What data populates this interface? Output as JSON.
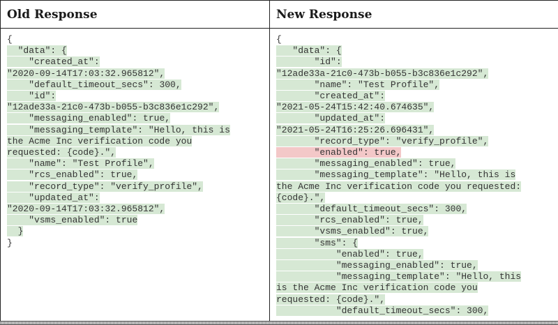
{
  "headers": {
    "old": "Old Response",
    "new": "New Response"
  },
  "colors": {
    "added_highlight": "#d6e8d4",
    "changed_highlight": "#f3c8c8",
    "border": "#222222"
  },
  "old_response": {
    "lines": [
      {
        "text": "{",
        "style": "plain"
      },
      {
        "text": "  \"data\": {",
        "style": "added"
      },
      {
        "text": "    \"created_at\":",
        "style": "added"
      },
      {
        "text": "\"2020-09-14T17:03:32.965812\",",
        "style": "added"
      },
      {
        "text": "    \"default_timeout_secs\": 300,",
        "style": "added"
      },
      {
        "text": "    \"id\":",
        "style": "added"
      },
      {
        "text": "\"12ade33a-21c0-473b-b055-b3c836e1c292\",",
        "style": "added"
      },
      {
        "text": "    \"messaging_enabled\": true,",
        "style": "added"
      },
      {
        "text": "    \"messaging_template\": \"Hello, this is",
        "style": "added"
      },
      {
        "text": "the Acme Inc verification code you",
        "style": "added"
      },
      {
        "text": "requested: {code}.\",",
        "style": "added"
      },
      {
        "text": "    \"name\": \"Test Profile\",",
        "style": "added"
      },
      {
        "text": "    \"rcs_enabled\": true,",
        "style": "added"
      },
      {
        "text": "    \"record_type\": \"verify_profile\",",
        "style": "added"
      },
      {
        "text": "    \"updated_at\":",
        "style": "added"
      },
      {
        "text": "\"2020-09-14T17:03:32.965812\",",
        "style": "added"
      },
      {
        "text": "    \"vsms_enabled\": true",
        "style": "added"
      },
      {
        "text": "  }",
        "style": "added"
      },
      {
        "text": "}",
        "style": "plain"
      }
    ]
  },
  "new_response": {
    "lines": [
      {
        "text": "{",
        "style": "plain"
      },
      {
        "text": "   \"data\": {",
        "style": "added"
      },
      {
        "text": "       \"id\":",
        "style": "added"
      },
      {
        "text": "\"12ade33a-21c0-473b-b055-b3c836e1c292\",",
        "style": "added"
      },
      {
        "text": "       \"name\": \"Test Profile\",",
        "style": "added"
      },
      {
        "text": "       \"created_at\":",
        "style": "added"
      },
      {
        "text": "\"2021-05-24T15:42:40.674635\",",
        "style": "added"
      },
      {
        "text": "       \"updated_at\":",
        "style": "added"
      },
      {
        "text": "\"2021-05-24T16:25:26.696431\",",
        "style": "added"
      },
      {
        "text": "       \"record_type\": \"verify_profile\",",
        "style": "added"
      },
      {
        "text": "       \"enabled\": true,",
        "style": "removed"
      },
      {
        "text": "       \"messaging_enabled\": true,",
        "style": "added"
      },
      {
        "text": "       \"messaging_template\": \"Hello, this is",
        "style": "added"
      },
      {
        "text": "the Acme Inc verification code you requested:",
        "style": "added"
      },
      {
        "text": "{code}.\",",
        "style": "added"
      },
      {
        "text": "       \"default_timeout_secs\": 300,",
        "style": "added"
      },
      {
        "text": "       \"rcs_enabled\": true,",
        "style": "added"
      },
      {
        "text": "       \"vsms_enabled\": true,",
        "style": "added"
      },
      {
        "text": "       \"sms\": {",
        "style": "added"
      },
      {
        "text": "           \"enabled\": true,",
        "style": "added"
      },
      {
        "text": "           \"messaging_enabled\": true,",
        "style": "added"
      },
      {
        "text": "           \"messaging_template\": \"Hello, this",
        "style": "added"
      },
      {
        "text": "is the Acme Inc verification code you",
        "style": "added"
      },
      {
        "text": "requested: {code}.\",",
        "style": "added"
      },
      {
        "text": "           \"default_timeout_secs\": 300,",
        "style": "added"
      }
    ]
  }
}
